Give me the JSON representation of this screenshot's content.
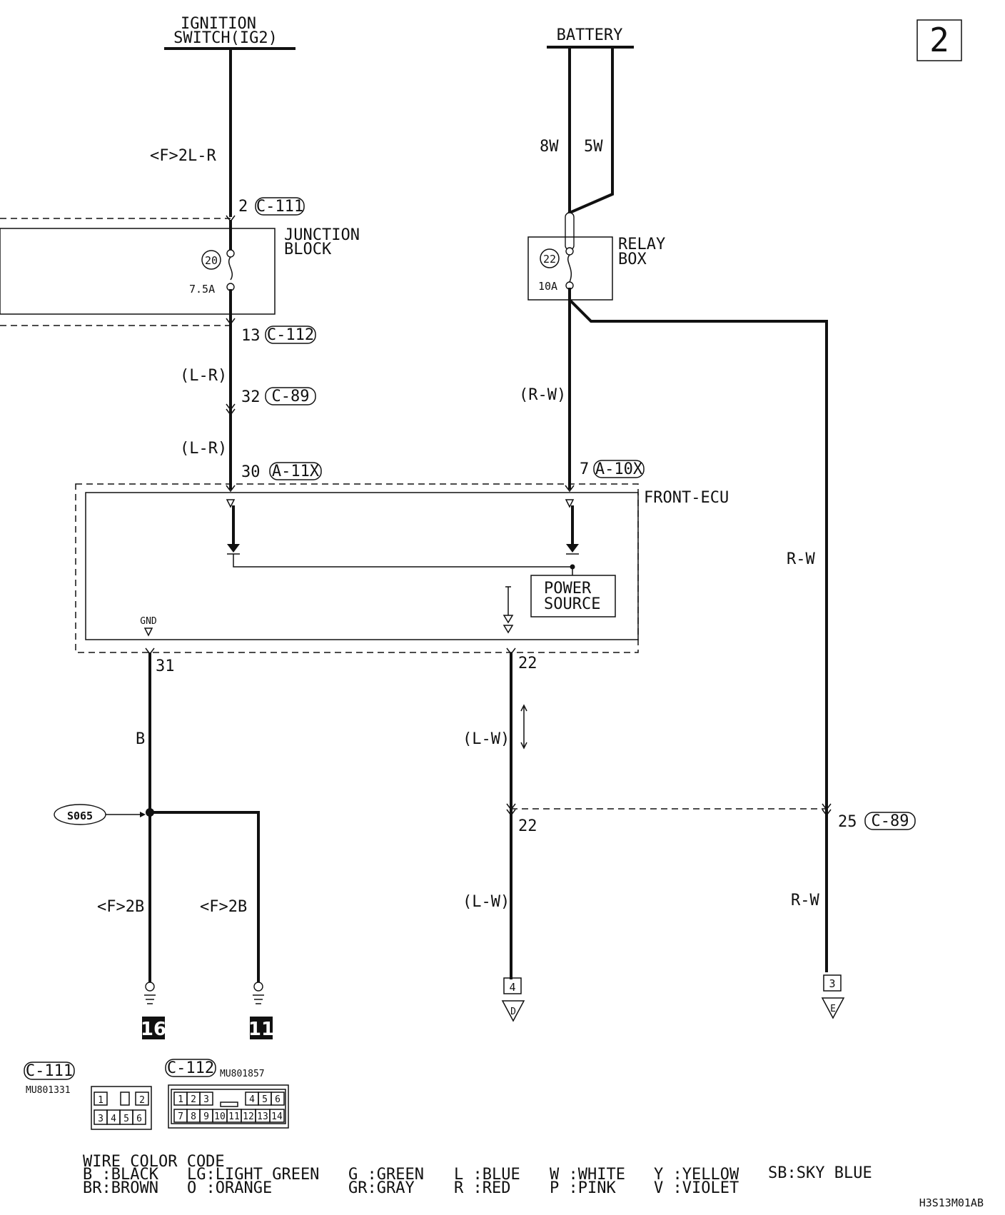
{
  "page_number": "2",
  "sources": {
    "ignition_line1": "IGNITION",
    "ignition_line2": "SWITCH(IG2)",
    "battery": "BATTERY"
  },
  "wires": {
    "ign_feed": "<F>2L-R",
    "bat_8w": "8W",
    "bat_5w": "5W",
    "lr_1": "(L-R)",
    "lr_2": "(L-R)",
    "rw_relay": "(R-W)",
    "rw_right": "R-W",
    "rw_right2": "R-W",
    "b_gnd": "B",
    "lw_1": "(L-W)",
    "lw_2": "(L-W)",
    "f2b_1": "<F>2B",
    "f2b_2": "<F>2B"
  },
  "junction_block": {
    "line1": "JUNCTION",
    "line2": "BLOCK",
    "fuse_no": "20",
    "fuse_rating": "7.5A"
  },
  "relay_box": {
    "line1": "RELAY",
    "line2": "BOX",
    "fuse_no": "22",
    "fuse_rating": "10A"
  },
  "connectors": {
    "c111_pin": "2",
    "c111": "C-111",
    "c112_pin": "13",
    "c112": "C-112",
    "c89_pin": "32",
    "c89": "C-89",
    "a11x_pin": "30",
    "a11x": "A-11X",
    "a10x_pin": "7",
    "a10x": "A-10X",
    "c89b_pin": "25",
    "c89b": "C-89"
  },
  "ecu": {
    "name": "FRONT-ECU",
    "power_source_1": "POWER",
    "power_source_2": "SOURCE",
    "gnd": "GND",
    "pin_31": "31",
    "pin_22": "22",
    "pin_22b": "22"
  },
  "splice": "S065",
  "grounds": [
    "16",
    "11"
  ],
  "continuations": [
    {
      "box": "4",
      "arrow": "D"
    },
    {
      "box": "3",
      "arrow": "E"
    }
  ],
  "connector_views": {
    "c111": {
      "label": "C-111",
      "part": "MU801331",
      "top": [
        "1",
        "",
        "2"
      ],
      "bottom": [
        "3",
        "4",
        "5",
        "6"
      ]
    },
    "c112": {
      "label": "C-112",
      "part": "MU801857",
      "top": [
        "1",
        "2",
        "3",
        "4",
        "5",
        "6"
      ],
      "bottom": [
        "7",
        "8",
        "9",
        "10",
        "11",
        "12",
        "13",
        "14"
      ]
    }
  },
  "color_code": {
    "title": "WIRE COLOR CODE",
    "col1": [
      "B :BLACK",
      "BR:BROWN"
    ],
    "col2": [
      "LG:LIGHT GREEN",
      "O :ORANGE"
    ],
    "col3": [
      "G :GREEN",
      "GR:GRAY"
    ],
    "col4": [
      "L :BLUE",
      "R :RED"
    ],
    "col5": [
      "W :WHITE",
      "P :PINK"
    ],
    "col6": [
      "Y :YELLOW",
      "V :VIOLET"
    ],
    "col7": [
      "SB:SKY BLUE"
    ]
  },
  "drawing_id": "H3S13M01AB"
}
